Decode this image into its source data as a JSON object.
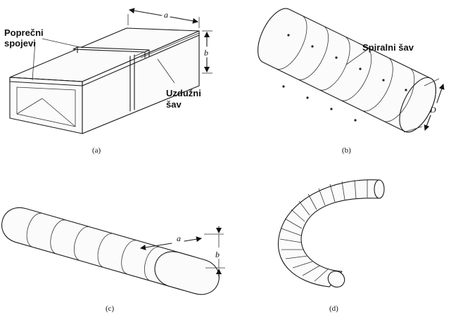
{
  "figures": {
    "a": {
      "caption": "(a)",
      "labels": {
        "cross_joints_1": "Poprečni",
        "cross_joints_2": "spojevi",
        "long_seam_1": "Uzdužni",
        "long_seam_2": "šav"
      },
      "dims": {
        "width": "a",
        "height": "b"
      }
    },
    "b": {
      "caption": "(b)",
      "labels": {
        "spiral_seam": "Spiralni šav"
      },
      "dims": {
        "diameter": "D"
      }
    },
    "c": {
      "caption": "(c)",
      "dims": {
        "width": "a",
        "height": "b"
      }
    },
    "d": {
      "caption": "(d)"
    }
  }
}
